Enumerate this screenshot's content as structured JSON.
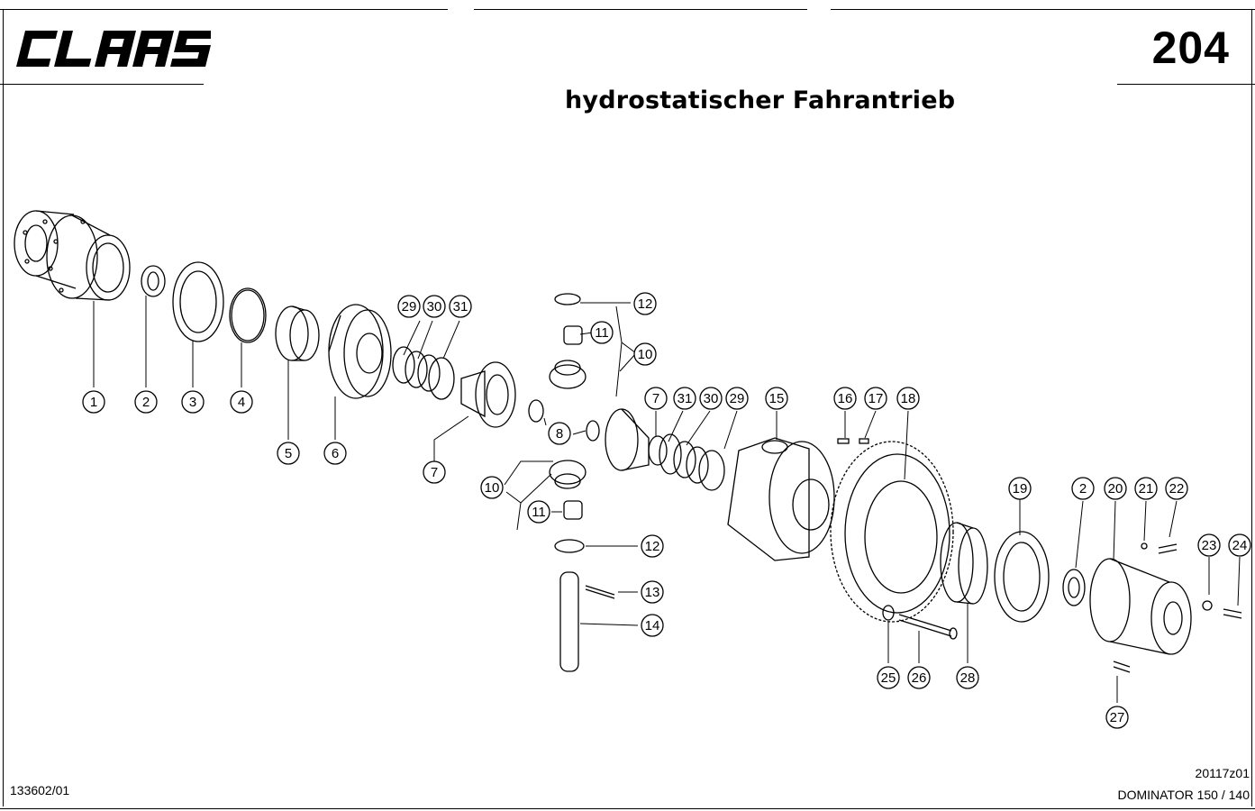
{
  "header": {
    "brand_logo": "CLAAS",
    "page_number": "204",
    "title": "hydrostatischer Fahrantrieb"
  },
  "footer": {
    "document_number": "133602/01",
    "drawing_number": "20117z01",
    "model": "DOMINATOR 150 / 140"
  },
  "callout_numbers": [
    "1",
    "2",
    "3",
    "4",
    "5",
    "6",
    "7",
    "8",
    "10",
    "11",
    "12",
    "13",
    "14",
    "15",
    "16",
    "17",
    "18",
    "19",
    "20",
    "21",
    "22",
    "23",
    "24",
    "25",
    "26",
    "27",
    "28",
    "29",
    "30",
    "31"
  ]
}
